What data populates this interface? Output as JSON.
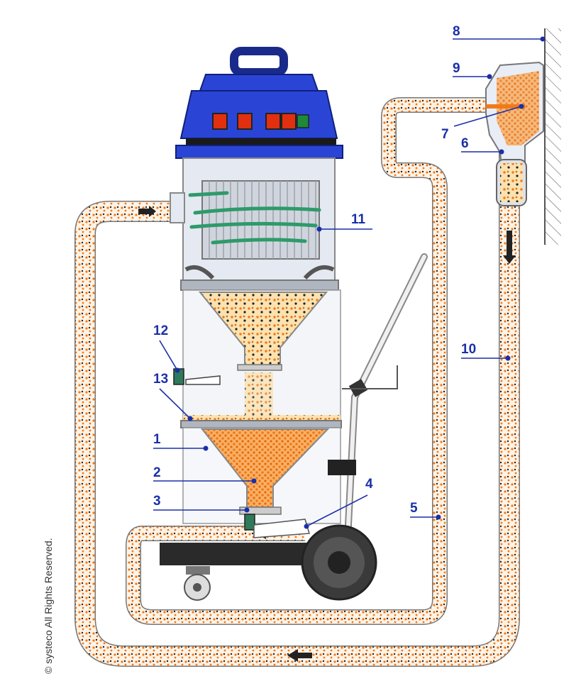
{
  "labels": {
    "l1": "1",
    "l2": "2",
    "l3": "3",
    "l4": "4",
    "l5": "5",
    "l6": "6",
    "l7": "7",
    "l8": "8",
    "l9": "9",
    "l10": "10",
    "l11": "11",
    "l12": "12",
    "l13": "13"
  },
  "copyright": "© systeco All Rights Reserved.",
  "colors": {
    "label_blue": "#1a2fa8",
    "motor_blue": "#2a45d6",
    "particle_orange": "#f07a1a",
    "filter_green": "#2e9a6a",
    "wheel_dark": "#333333"
  }
}
